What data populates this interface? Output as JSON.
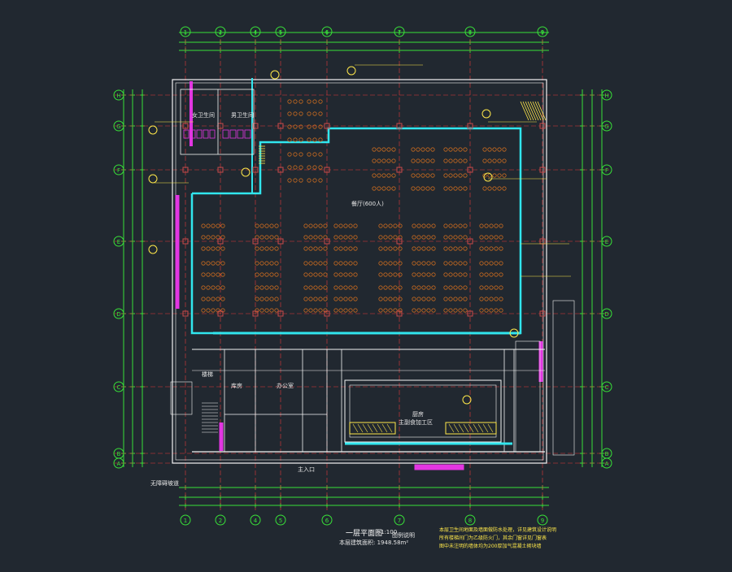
{
  "canvas": {
    "background": "#212830"
  },
  "colors": {
    "wall": "#f4f4f4",
    "axis": "#e33a3a",
    "dimension": "#38e038",
    "cyan": "#31e6ee",
    "magenta": "#e236e2",
    "seat": "#c76a1f",
    "column": "#c84a4a",
    "annotation": "#ffe84a",
    "label": "#f4f4f4"
  },
  "grid_axes": {
    "vertical": [
      "1",
      "2",
      "4",
      "5",
      "6",
      "7",
      "8",
      "9"
    ],
    "horizontal": [
      "H",
      "G",
      "F",
      "E",
      "D",
      "C",
      "B",
      "A"
    ]
  },
  "drawing": {
    "title": "一层平面图",
    "scale": "1:100",
    "area": "本层建筑面积: 1948.58m²",
    "legend_label": "图例说明",
    "notes": [
      "本层卫生间地面及墙面做防水处理，详见建筑设计说明",
      "所有楼梯间门为乙级防火门，其余门窗详见门窗表",
      "图中未注明的墙体均为200厚加气混凝土砌块墙"
    ]
  },
  "room_labels": {
    "dining_hall": "餐厅(600人)",
    "kitchen": "厨房",
    "kitchen_sub": "主副食加工区",
    "toilet_f": "女卫生间",
    "toilet_m": "男卫生间",
    "storage": "库房",
    "office": "办公室",
    "stair": "楼梯",
    "entrance": "主入口",
    "ramp": "无障碍坡道"
  }
}
